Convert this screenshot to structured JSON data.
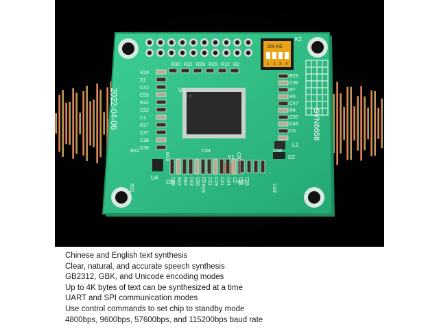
{
  "image": {
    "board_silkscreen": {
      "date": "2022-04-06",
      "model": "SYN6658",
      "chip_label": "U1",
      "switch_text": "ON KE",
      "switch_numbers": [
        "1",
        "2",
        "3",
        "4"
      ],
      "switch_label": "K2",
      "crystal_label": "Y1",
      "diode_label": "D2",
      "inductor_label": "L2",
      "regulator_label": "U4",
      "left_labels": [
        "R19",
        "D1",
        "C42",
        "C53",
        "R24",
        "C52",
        "C1",
        "R17",
        "C37",
        "C38",
        "C35"
      ],
      "right_labels": [
        "R25",
        "C36",
        "R7",
        "R6",
        "C47",
        "R4",
        "C30",
        "C49",
        "C6"
      ],
      "top_labels": [
        "R30",
        "R31",
        "R29",
        "R20",
        "R12",
        "R2"
      ],
      "bottom_labels": [
        "C39",
        "R22",
        "FB2",
        "C43",
        "C50",
        "C5",
        "C31",
        "C29",
        "C41",
        "C44",
        "C2",
        "C51",
        "C55"
      ],
      "misc_labels": [
        "R22",
        "R13",
        "C34",
        "C50",
        "C56",
        "R21",
        "C55",
        "R26",
        "R27",
        "C48"
      ]
    },
    "colors": {
      "board": "#2fbf86",
      "background": "#000000"
    }
  },
  "features": [
    "Chinese and English text synthesis",
    "Clear, natural, and accurate speech synthesis",
    "GB2312, GBK, and Unicode encoding modes",
    "Up to 4K bytes of text can be synthesized at a time",
    "UART and SPI communication modes",
    "Use control commands to set chip to standby mode",
    "4800bps, 9600bps, 57600bps, and 115200bps baud rate"
  ]
}
